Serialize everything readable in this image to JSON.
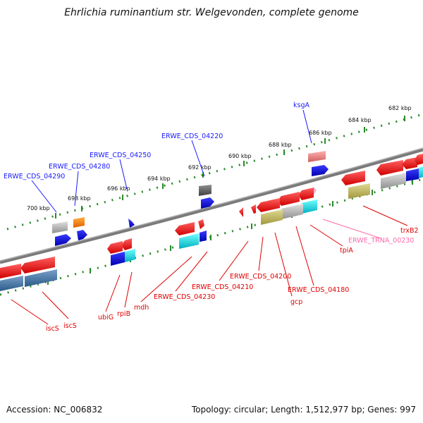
{
  "title": "Ehrlichia ruminantium str. Welgevonden, complete genome",
  "accession": "Accession: NC_006832",
  "topology": "Topology: circular; Length: 1,512,977 bp; Genes: 997",
  "scale_labels": [
    "682 kbp",
    "684 kbp",
    "686 kbp",
    "688 kbp",
    "690 kbp",
    "692 kbp",
    "694 kbp",
    "696 kbp",
    "698 kbp",
    "700 kbp"
  ],
  "forward_labels": [
    "ksgA",
    "ERWE_CDS_04220",
    "ERWE_CDS_04250",
    "ERWE_CDS_04280",
    "ERWE_CDS_04290"
  ],
  "reverse_labels": [
    "trxB2",
    "ERWE_TRNA_00230",
    "tpiA",
    "ERWE_CDS_04180",
    "gcp",
    "ERWE_CDS_04200",
    "ERWE_CDS_04210",
    "ERWE_CDS_04230",
    "mdh",
    "rpiB",
    "ubiG",
    "iscS",
    "iscS"
  ],
  "colors": {
    "backbone": "#808080",
    "gene": "#ff0000",
    "cog_blue": "#1010ee",
    "cog_cyan": "#20e0e0",
    "cog_olive": "#c8c070",
    "cog_grey": "#b0b0b0",
    "cog_darkgrey": "#707070",
    "cog_orange": "#ff8c00",
    "cog_pink": "#f08080",
    "trna": "#ff6aa8",
    "ticks": "#2a8a2a"
  }
}
